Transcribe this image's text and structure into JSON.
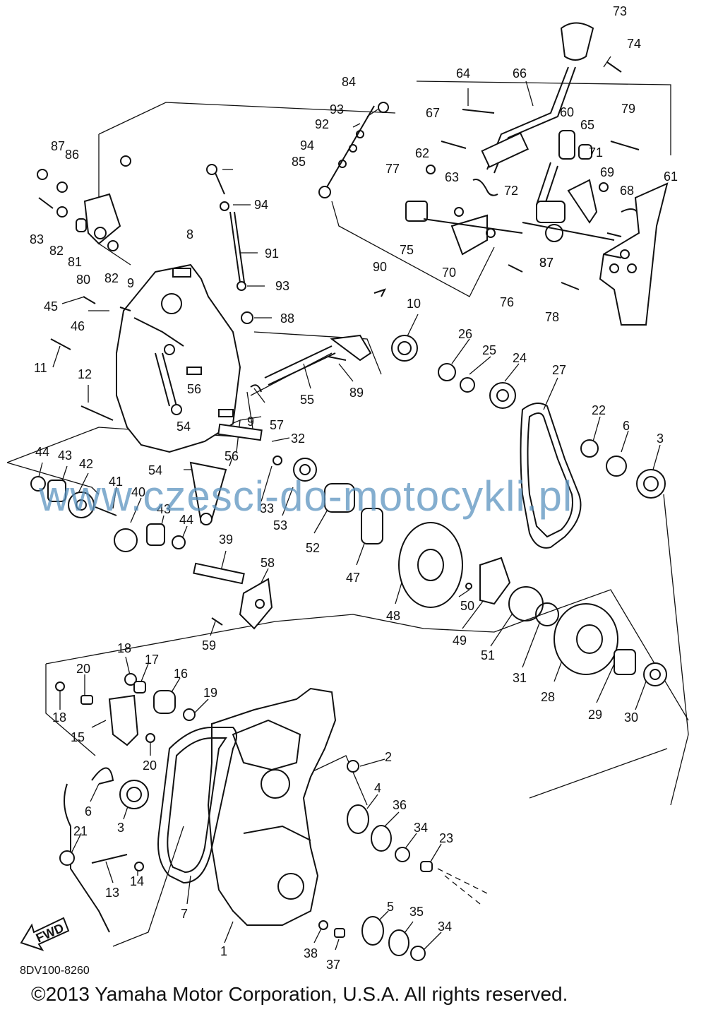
{
  "diagram": {
    "callouts": [
      "73",
      "74",
      "64",
      "66",
      "84",
      "93",
      "92",
      "94",
      "85",
      "67",
      "60",
      "65",
      "79",
      "87",
      "86",
      "71",
      "62",
      "77",
      "63",
      "72",
      "69",
      "68",
      "61",
      "83",
      "82",
      "81",
      "80",
      "8",
      "94",
      "91",
      "90",
      "75",
      "70",
      "87",
      "76",
      "78",
      "45",
      "9",
      "46",
      "93",
      "88",
      "10",
      "11",
      "26",
      "25",
      "24",
      "12",
      "56",
      "55",
      "89",
      "27",
      "22",
      "6",
      "3",
      "9",
      "57",
      "32",
      "54",
      "44",
      "43",
      "42",
      "41",
      "40",
      "56",
      "54",
      "33",
      "53",
      "52",
      "47",
      "43",
      "44",
      "39",
      "58",
      "48",
      "50",
      "49",
      "51",
      "31",
      "28",
      "29",
      "30",
      "59",
      "18",
      "17",
      "16",
      "19",
      "20",
      "18",
      "15",
      "20",
      "2",
      "6",
      "3",
      "4",
      "36",
      "34",
      "23",
      "21",
      "13",
      "14",
      "7",
      "5",
      "35",
      "34",
      "1",
      "38",
      "37",
      "82",
      "87"
    ],
    "fwd_label": "FWD",
    "watermark": "www.czesci-do-motocykli.pl"
  },
  "footer": {
    "code": "8DV100-8260",
    "copyright": "©2013 Yamaha Motor Corporation, U.S.A. All rights reserved."
  }
}
